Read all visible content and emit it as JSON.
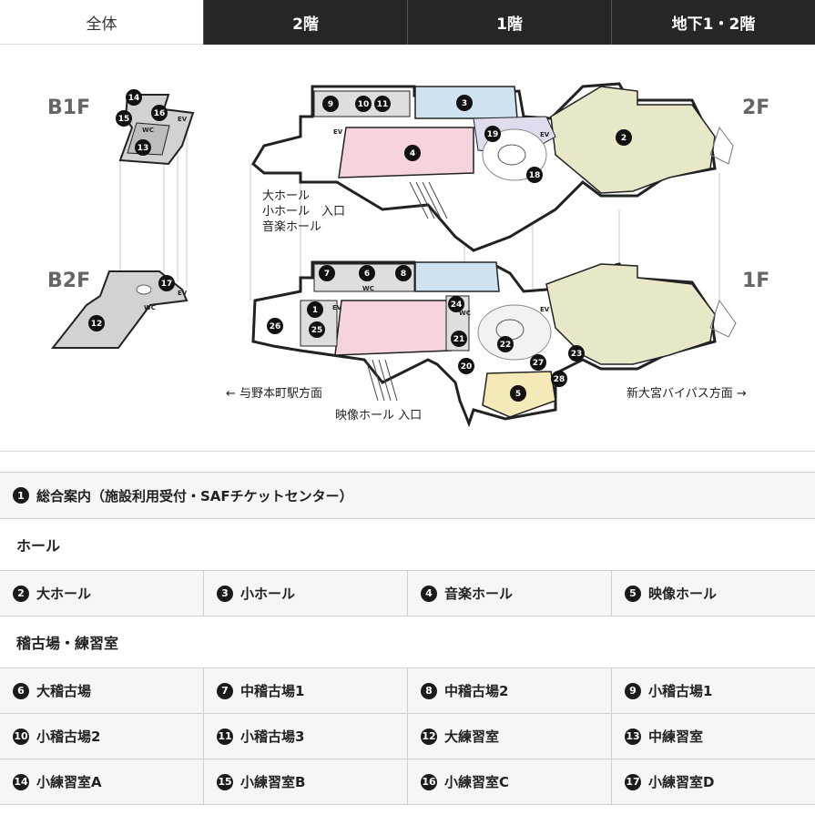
{
  "tabs": [
    "全体",
    "2階",
    "1階",
    "地下1・2階"
  ],
  "map": {
    "floor_labels": {
      "b1f": "B1F",
      "b2f": "B2F",
      "f2": "2F",
      "f1": "1F"
    },
    "entrance_2f": [
      "大ホール",
      "小ホール　入口",
      "音楽ホール"
    ],
    "direction_left": "← 与野本町駅方面",
    "direction_right": "新大宮バイパス方面 →",
    "entrance_1f": "映像ホール 入口",
    "ev": "EV",
    "wc": "WC",
    "markers": [
      "1",
      "2",
      "3",
      "4",
      "5",
      "6",
      "7",
      "8",
      "9",
      "10",
      "11",
      "12",
      "13",
      "14",
      "15",
      "16",
      "17",
      "18",
      "19",
      "20",
      "21",
      "22",
      "23",
      "24",
      "25",
      "26",
      "27",
      "28"
    ]
  },
  "info": {
    "num": "1",
    "label": "総合案内（施設利用受付・SAFチケットセンター）"
  },
  "halls_title": "ホール",
  "halls": [
    {
      "num": "2",
      "label": "大ホール"
    },
    {
      "num": "3",
      "label": "小ホール"
    },
    {
      "num": "4",
      "label": "音楽ホール"
    },
    {
      "num": "5",
      "label": "映像ホール"
    }
  ],
  "practice_title": "稽古場・練習室",
  "practice": [
    {
      "num": "6",
      "label": "大稽古場"
    },
    {
      "num": "7",
      "label": "中稽古場1"
    },
    {
      "num": "8",
      "label": "中稽古場2"
    },
    {
      "num": "9",
      "label": "小稽古場1"
    },
    {
      "num": "10",
      "label": "小稽古場2"
    },
    {
      "num": "11",
      "label": "小稽古場3"
    },
    {
      "num": "12",
      "label": "大練習室"
    },
    {
      "num": "13",
      "label": "中練習室"
    },
    {
      "num": "14",
      "label": "小練習室A"
    },
    {
      "num": "15",
      "label": "小練習室B"
    },
    {
      "num": "16",
      "label": "小練習室C"
    },
    {
      "num": "17",
      "label": "小練習室D"
    }
  ]
}
